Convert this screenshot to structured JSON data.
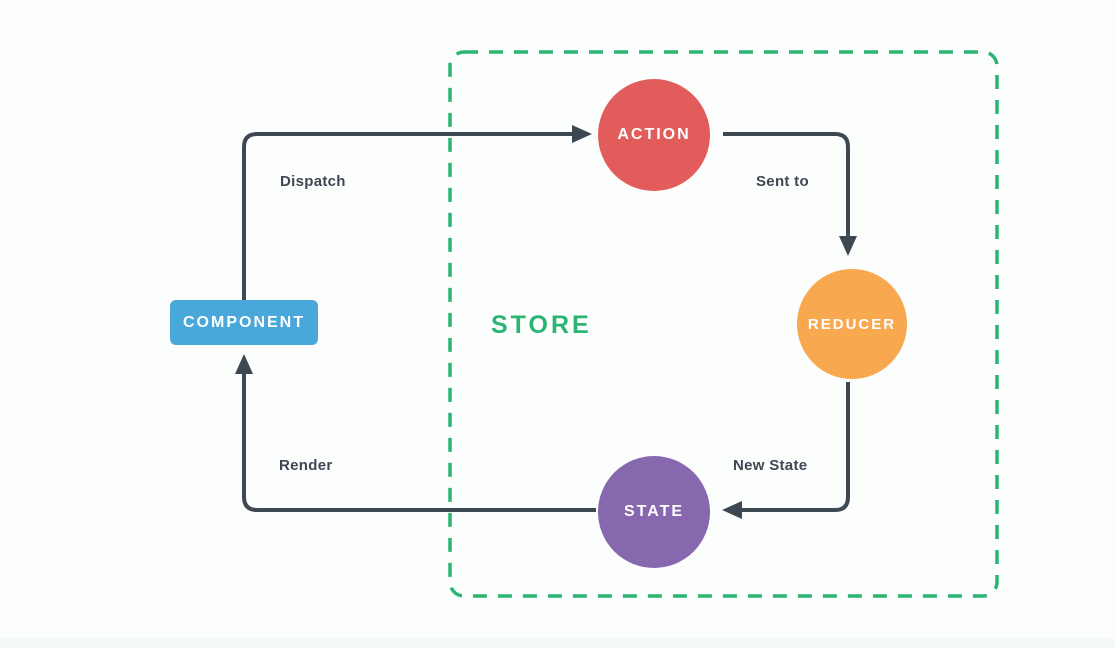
{
  "diagram": {
    "store": {
      "label": "STORE",
      "color": "#2bb573"
    },
    "nodes": {
      "component": {
        "label": "COMPONENT",
        "color": "#49a7d9",
        "text_color": "#ffffff"
      },
      "action": {
        "label": "ACTION",
        "color": "#e25c5c",
        "text_color": "#ffffff"
      },
      "reducer": {
        "label": "REDUCER",
        "color": "#f8a84e",
        "text_color": "#ffffff"
      },
      "state": {
        "label": "STATE",
        "color": "#8767ae",
        "text_color": "#ffffff"
      }
    },
    "edges": {
      "dispatch": {
        "label": "Dispatch"
      },
      "sent_to": {
        "label": "Sent to"
      },
      "new_state": {
        "label": "New State"
      },
      "render": {
        "label": "Render"
      }
    },
    "connector_color": "#3d4852"
  }
}
